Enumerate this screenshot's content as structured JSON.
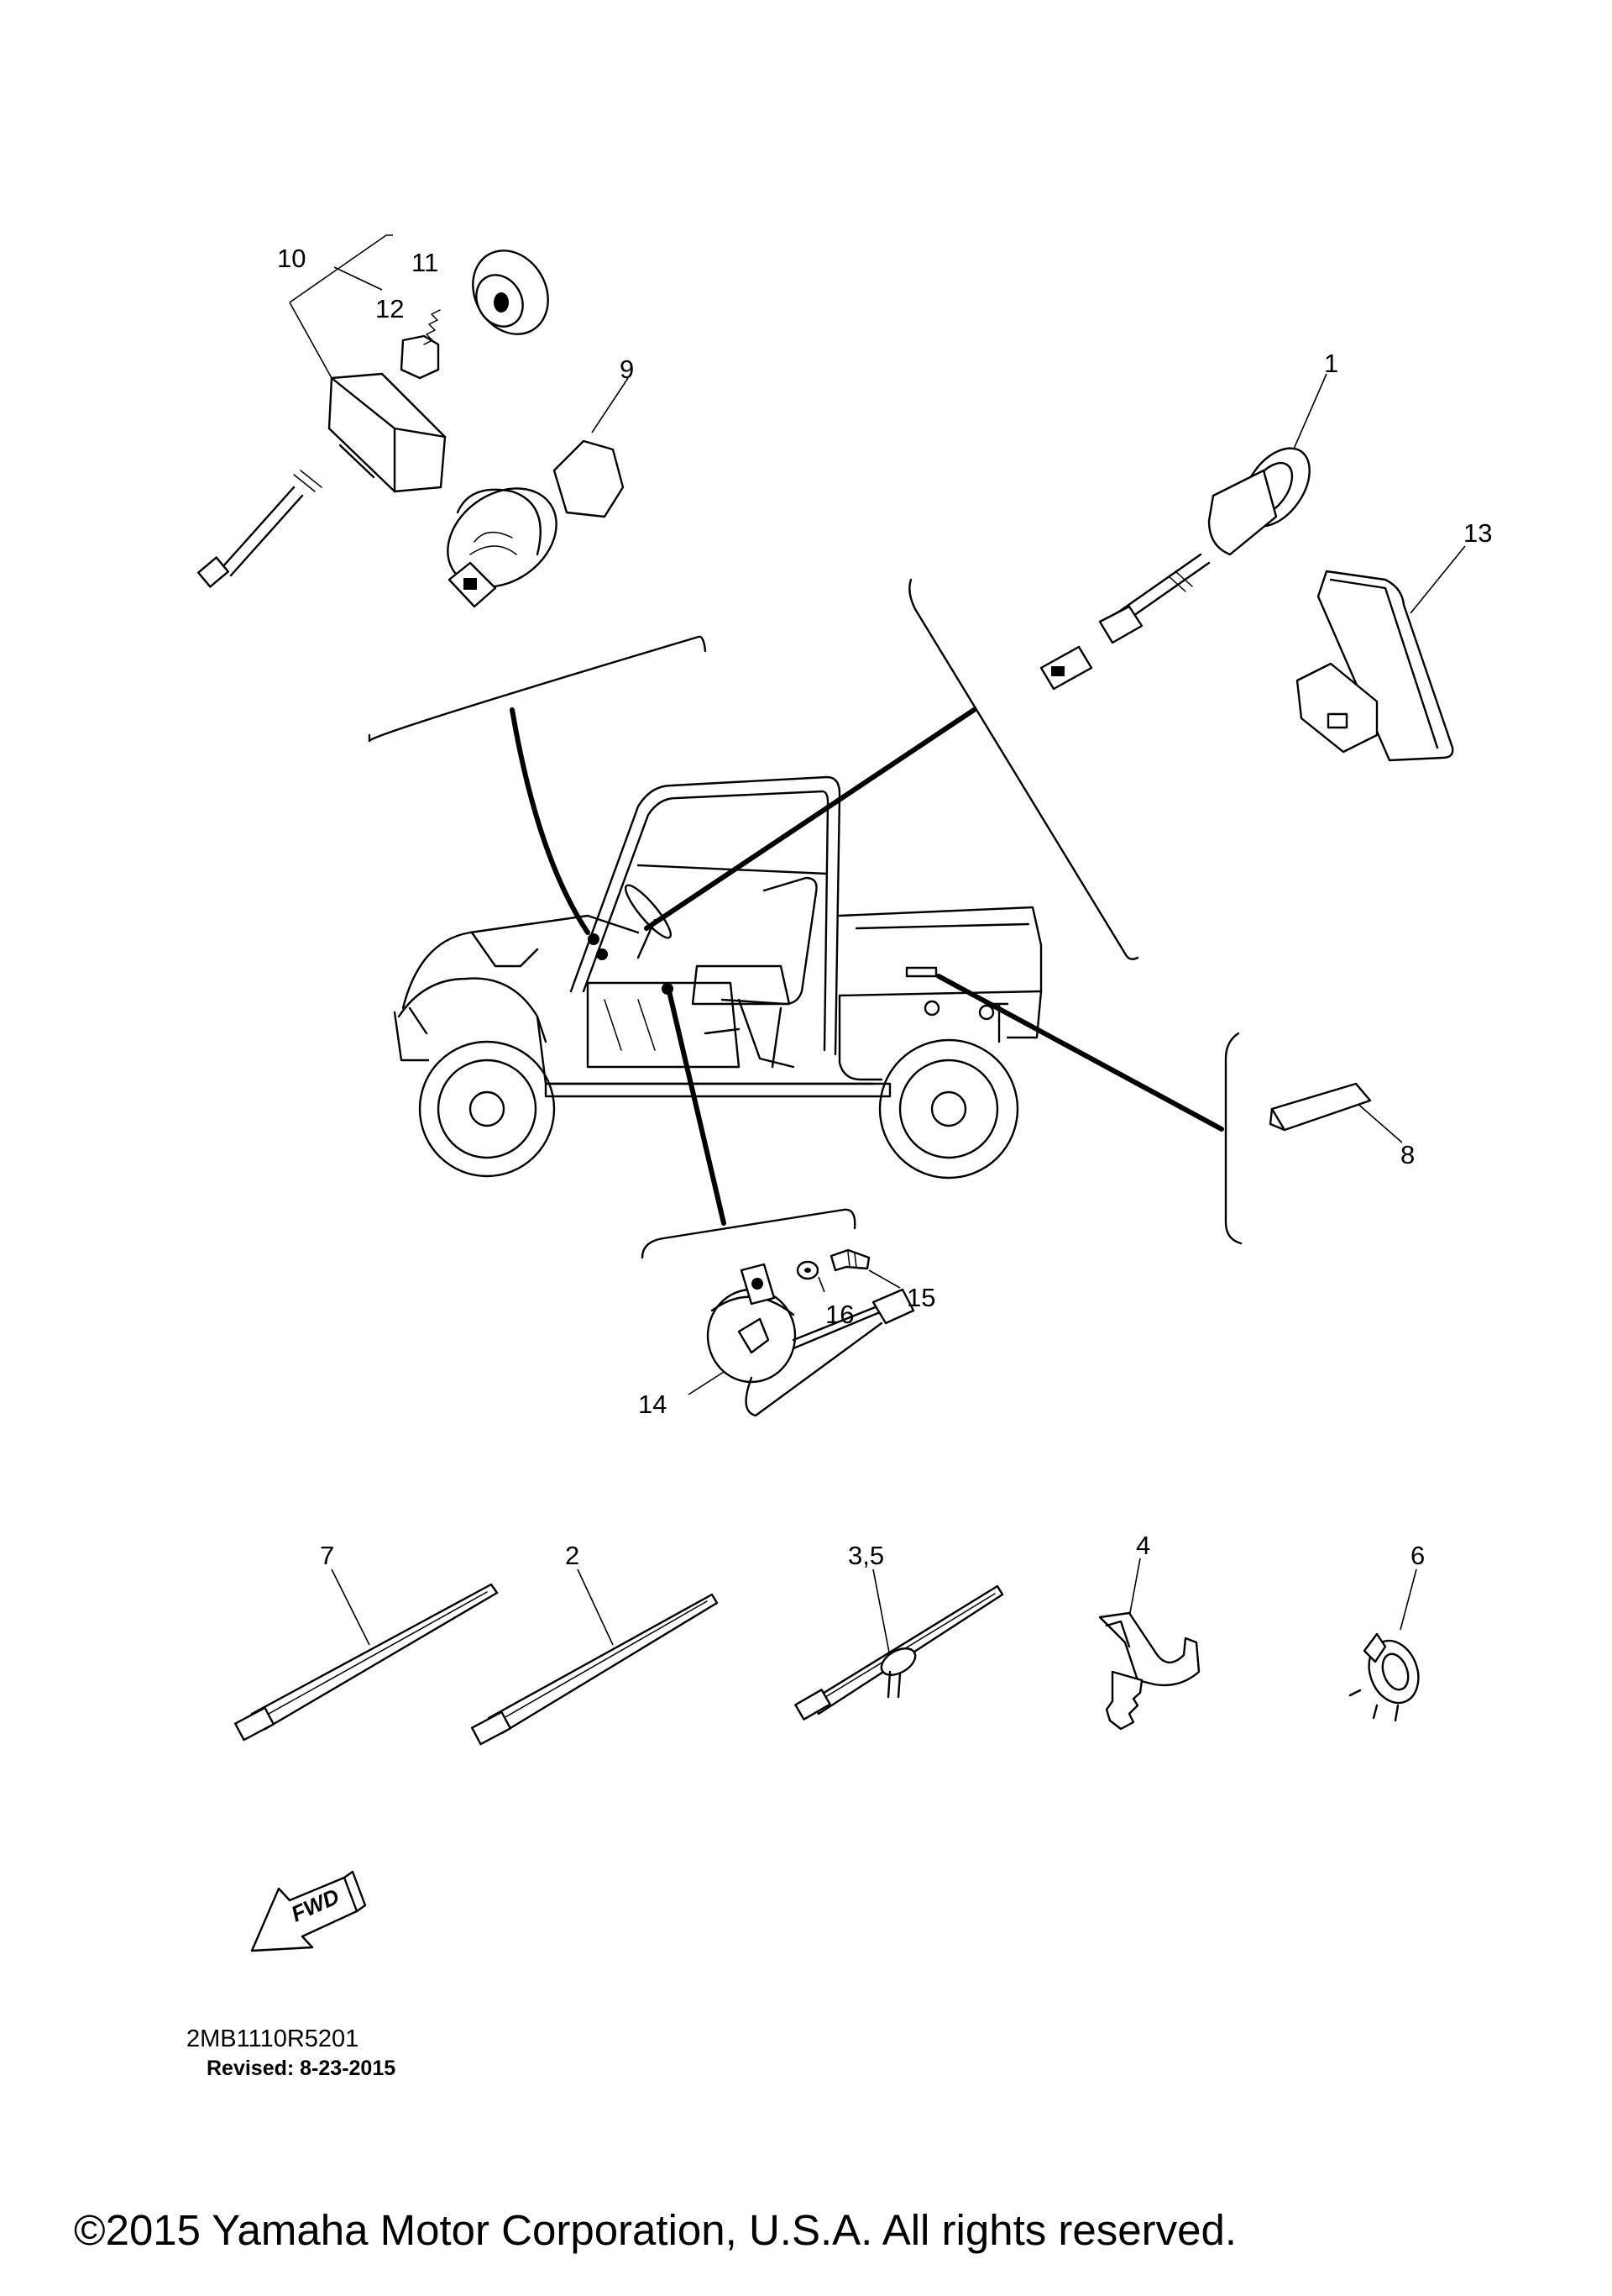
{
  "callouts": {
    "p1": "1",
    "p2": "2",
    "p3_5": "3,5",
    "p4": "4",
    "p6": "6",
    "p7": "7",
    "p8": "8",
    "p9": "9",
    "p10": "10",
    "p11": "11",
    "p12": "12",
    "p13": "13",
    "p14": "14",
    "p15": "15",
    "p16": "16"
  },
  "fwd_label": "FWD",
  "diagram_code": "2MB1110R5201",
  "revised": "Revised: 8-23-2015",
  "copyright": "©2015 Yamaha Motor Corporation, U.S.A. All rights reserved."
}
